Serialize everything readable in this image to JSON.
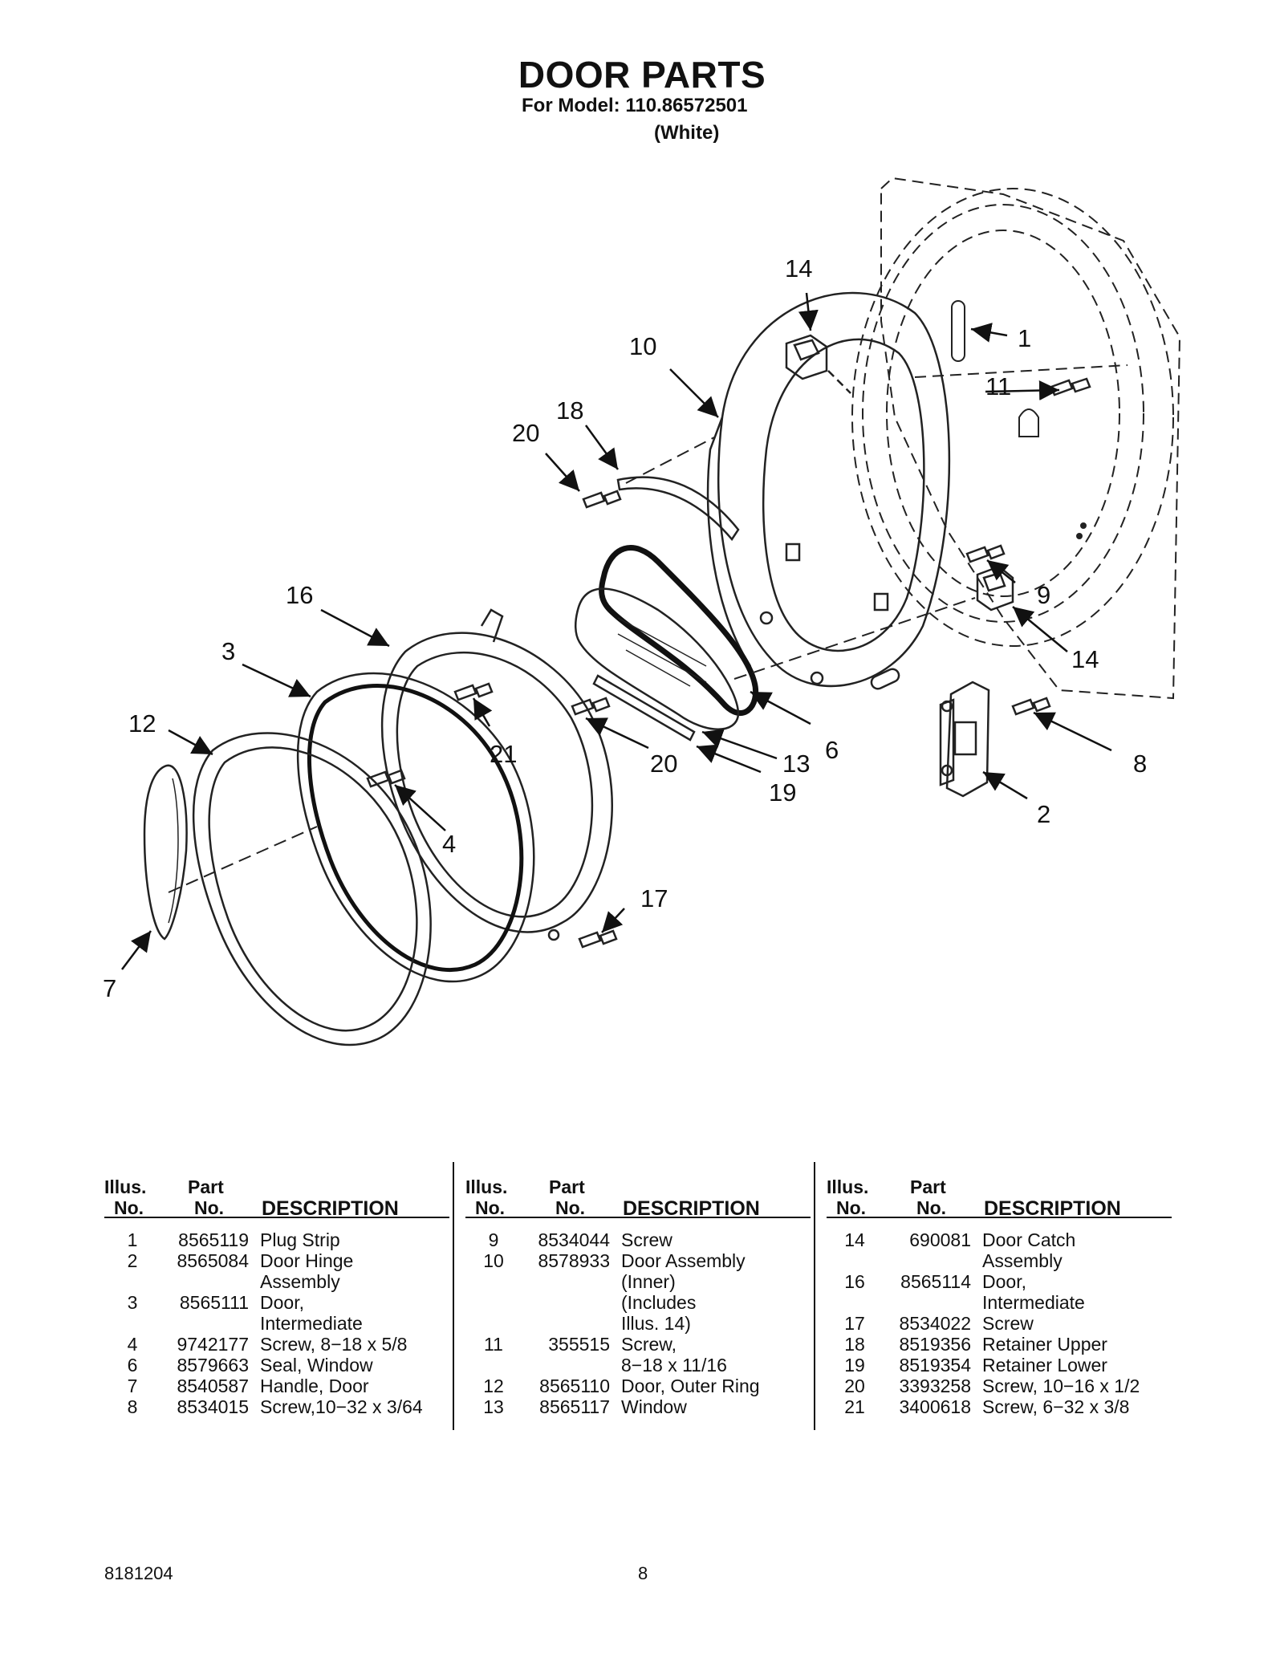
{
  "header": {
    "title": "DOOR PARTS",
    "model": "For Model: 110.86572501",
    "color": "(White)"
  },
  "diagram": {
    "callouts": [
      "14",
      "1",
      "10",
      "11",
      "18",
      "20",
      "9",
      "16",
      "14",
      "3",
      "12",
      "21",
      "20",
      "13",
      "6",
      "8",
      "19",
      "2",
      "4",
      "17",
      "7"
    ]
  },
  "table": {
    "header": {
      "illus_1": "Illus.",
      "illus_2": "No.",
      "part_1": "Part",
      "part_2": "No.",
      "desc": "DESCRIPTION"
    },
    "columns": [
      [
        [
          "1",
          "8565119",
          "Plug Strip"
        ],
        [
          "2",
          "8565084",
          "Door Hinge"
        ],
        [
          "",
          "",
          "Assembly"
        ],
        [
          "3",
          "8565111",
          "Door,"
        ],
        [
          "",
          "",
          "Intermediate"
        ],
        [
          "4",
          "9742177",
          "Screw, 8−18 x 5/8"
        ],
        [
          "6",
          "8579663",
          "Seal, Window"
        ],
        [
          "7",
          "8540587",
          "Handle, Door"
        ],
        [
          "8",
          "8534015",
          "Screw,10−32 x 3/64"
        ]
      ],
      [
        [
          "9",
          "8534044",
          "Screw"
        ],
        [
          "10",
          "8578933",
          "Door Assembly"
        ],
        [
          "",
          "",
          "(Inner)"
        ],
        [
          "",
          "",
          "(Includes"
        ],
        [
          "",
          "",
          "Illus. 14)"
        ],
        [
          "11",
          "355515",
          "Screw,"
        ],
        [
          "",
          "",
          "8−18 x 11/16"
        ],
        [
          "12",
          "8565110",
          "Door, Outer Ring"
        ],
        [
          "13",
          "8565117",
          "Window"
        ]
      ],
      [
        [
          "14",
          "690081",
          "Door Catch"
        ],
        [
          "",
          "",
          "Assembly"
        ],
        [
          "16",
          "8565114",
          "Door,"
        ],
        [
          "",
          "",
          "Intermediate"
        ],
        [
          "17",
          "8534022",
          "Screw"
        ],
        [
          "18",
          "8519356",
          "Retainer Upper"
        ],
        [
          "19",
          "8519354",
          "Retainer Lower"
        ],
        [
          "20",
          "3393258",
          "Screw, 10−16 x 1/2"
        ],
        [
          "21",
          "3400618",
          "Screw, 6−32 x 3/8"
        ]
      ]
    ]
  },
  "footer": {
    "doc_number": "8181204",
    "page_number": "8"
  }
}
